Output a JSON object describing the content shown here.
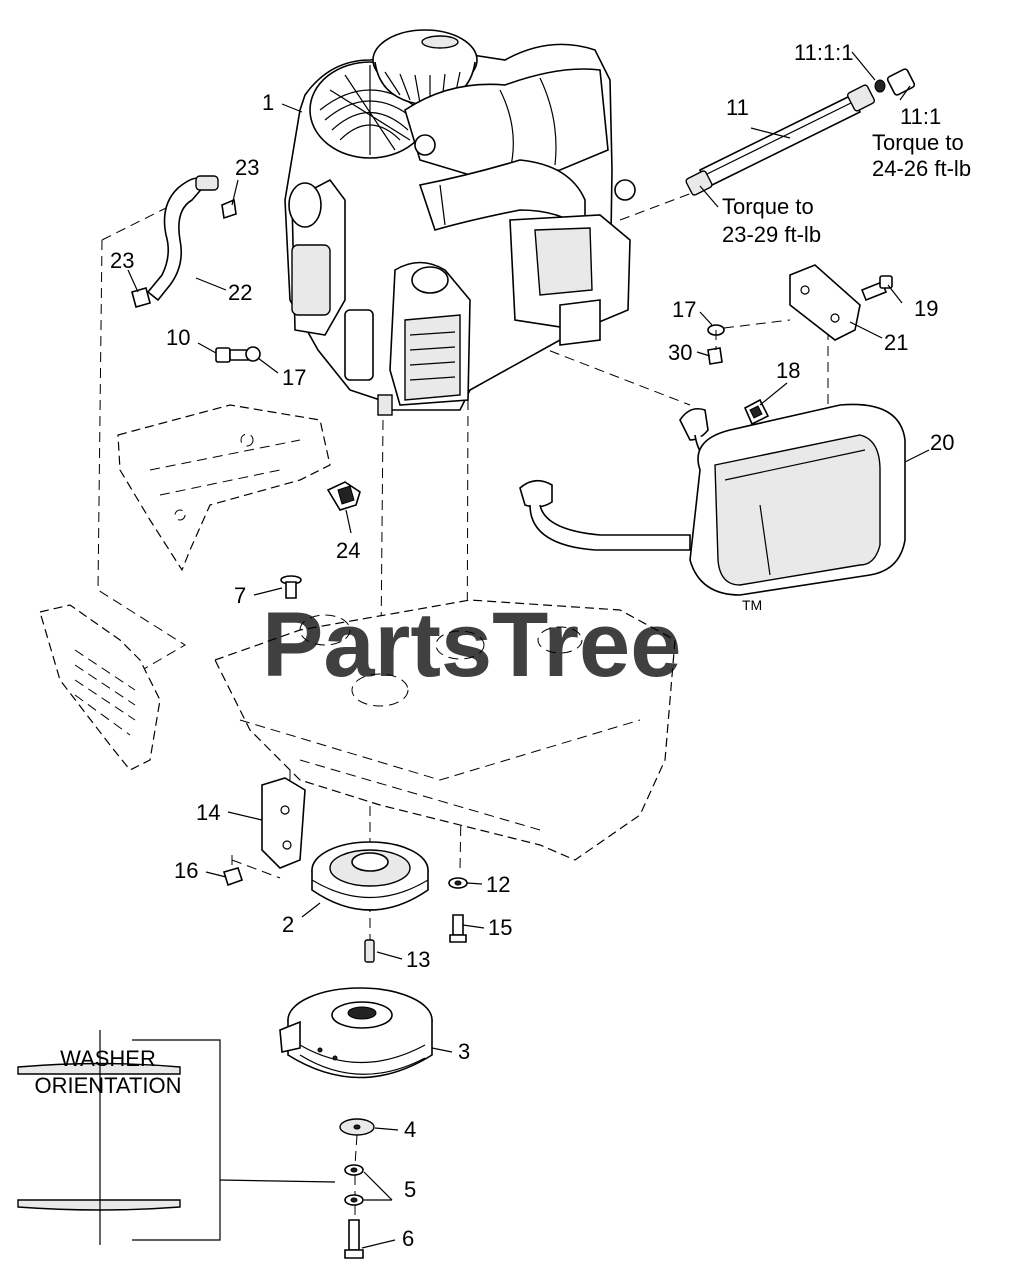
{
  "watermark": {
    "text": "PartsTree",
    "tm": "TM"
  },
  "callouts": {
    "c1": "1",
    "c2": "2",
    "c3": "3",
    "c4": "4",
    "c5": "5",
    "c6": "6",
    "c7": "7",
    "c10": "10",
    "c11": "11",
    "c11_1": "11:1",
    "c11_1_1": "11:1:1",
    "c12": "12",
    "c13": "13",
    "c14": "14",
    "c15": "15",
    "c16": "16",
    "c17a": "17",
    "c17b": "17",
    "c18": "18",
    "c19": "19",
    "c20": "20",
    "c21": "21",
    "c22": "22",
    "c23a": "23",
    "c23b": "23",
    "c24": "24",
    "c30": "30"
  },
  "notes": {
    "torque_fitting_1": "Torque to",
    "torque_fitting_2": "24-26 ft-lb",
    "torque_hose_1": "Torque to",
    "torque_hose_2": "23-29 ft-lb"
  },
  "washer_orientation": {
    "line1": "WASHER",
    "line2": "ORIENTATION"
  }
}
